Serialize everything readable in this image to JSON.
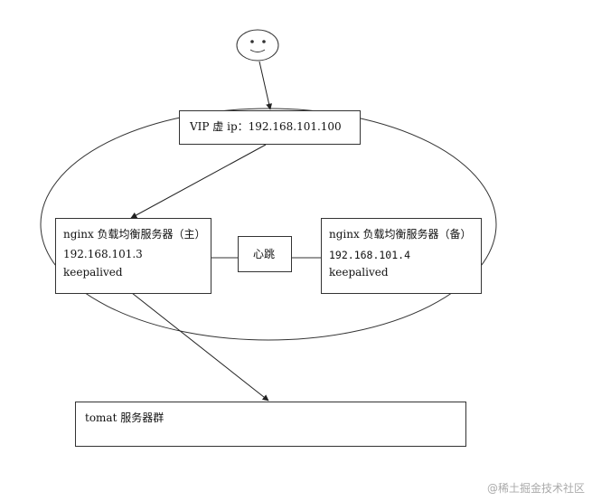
{
  "vip_box": {
    "label": "VIP 虚 ip：192.168.101.100"
  },
  "master": {
    "title": "nginx 负载均衡服务器（主）",
    "ip": "192.168.101.3",
    "software": "keepalived"
  },
  "backup": {
    "title": "nginx 负载均衡服务器（备）",
    "ip": "192.168.101.4",
    "software": "keepalived"
  },
  "heartbeat": {
    "label": "心跳"
  },
  "tomcat": {
    "label": "tomat 服务器群"
  },
  "watermark": "@稀土掘金技术社区"
}
